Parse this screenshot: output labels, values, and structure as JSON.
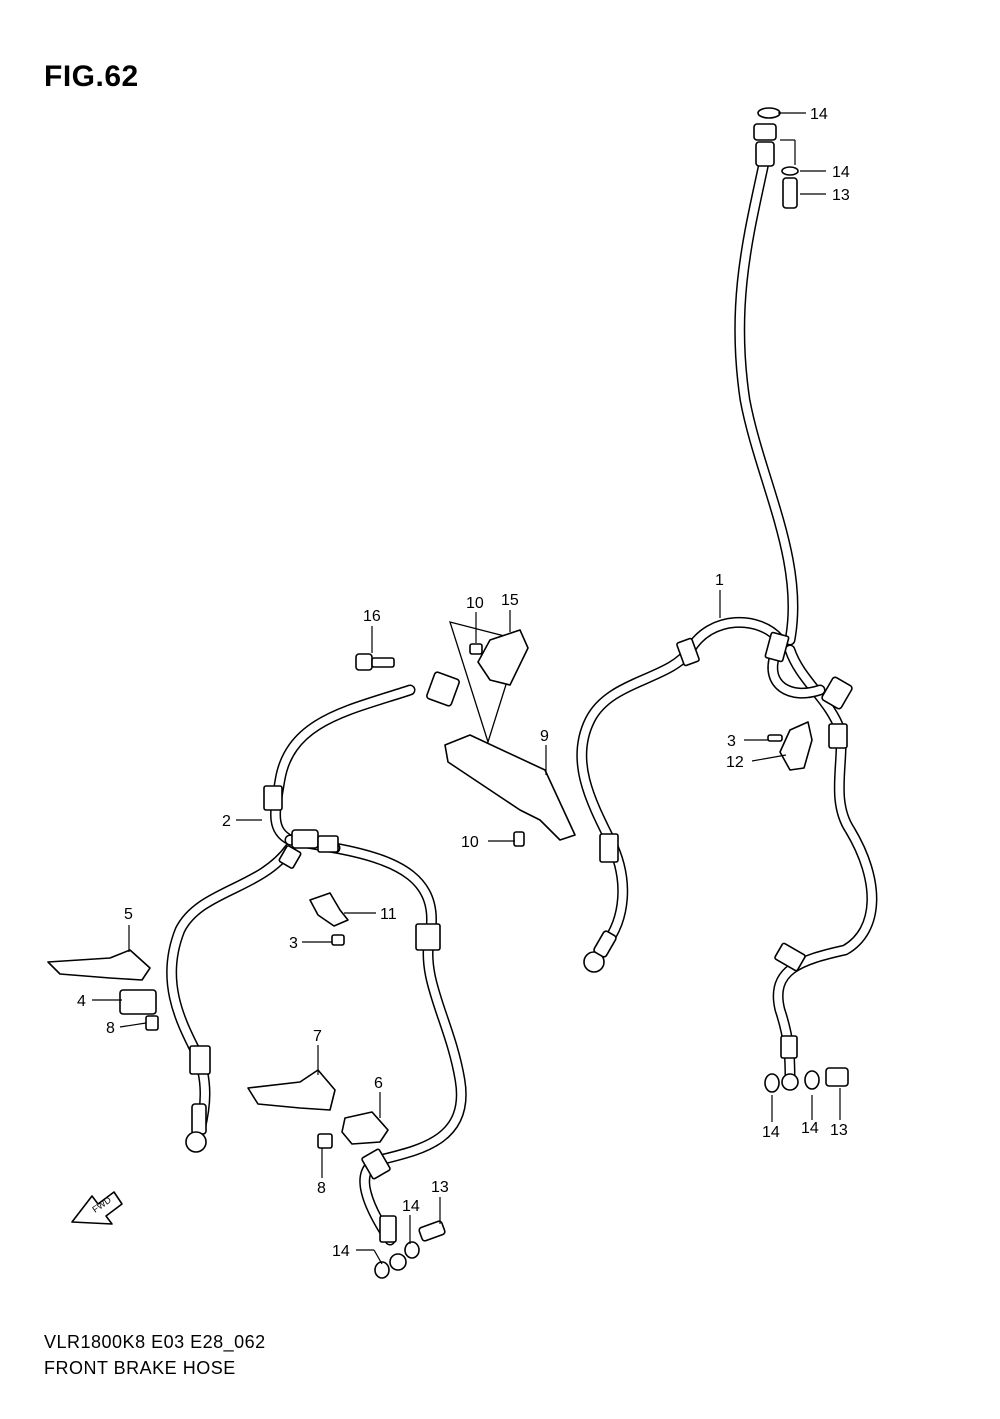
{
  "figure": {
    "title": "FIG.62",
    "model_code": "VLR1800K8 E03 E28_062",
    "caption": "FRONT BRAKE HOSE",
    "fwd_label": "FWD"
  },
  "callouts": [
    {
      "id": "c1",
      "label": "1"
    },
    {
      "id": "c2",
      "label": "2"
    },
    {
      "id": "c3a",
      "label": "3"
    },
    {
      "id": "c3b",
      "label": "3"
    },
    {
      "id": "c4",
      "label": "4"
    },
    {
      "id": "c5",
      "label": "5"
    },
    {
      "id": "c6",
      "label": "6"
    },
    {
      "id": "c7",
      "label": "7"
    },
    {
      "id": "c8a",
      "label": "8"
    },
    {
      "id": "c8b",
      "label": "8"
    },
    {
      "id": "c9",
      "label": "9"
    },
    {
      "id": "c10a",
      "label": "10"
    },
    {
      "id": "c10b",
      "label": "10"
    },
    {
      "id": "c11",
      "label": "11"
    },
    {
      "id": "c12",
      "label": "12"
    },
    {
      "id": "c13a",
      "label": "13"
    },
    {
      "id": "c13b",
      "label": "13"
    },
    {
      "id": "c13c",
      "label": "13"
    },
    {
      "id": "c14a",
      "label": "14"
    },
    {
      "id": "c14b",
      "label": "14"
    },
    {
      "id": "c14c",
      "label": "14"
    },
    {
      "id": "c14d",
      "label": "14"
    },
    {
      "id": "c14e",
      "label": "14"
    },
    {
      "id": "c14f",
      "label": "14"
    },
    {
      "id": "c15",
      "label": "15"
    },
    {
      "id": "c16",
      "label": "16"
    }
  ]
}
